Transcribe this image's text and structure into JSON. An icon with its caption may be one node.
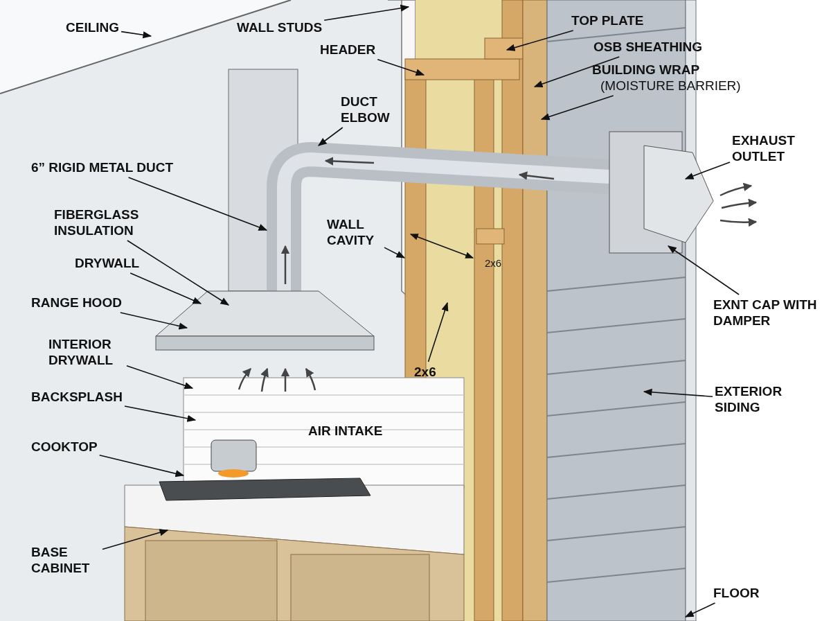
{
  "diagram": {
    "nodes": [
      {
        "text": [
          "CEILING"
        ]
      },
      {
        "text": [
          "WALL STUDS"
        ]
      },
      {
        "text": [
          "TOP PLATE"
        ]
      },
      {
        "text": [
          "HEADER"
        ]
      },
      {
        "text": [
          "OSB SHEATHING"
        ]
      },
      {
        "text": [
          "BUILDING WRAP",
          "(MOISTURE BARRIER)"
        ]
      },
      {
        "text": [
          "DUCT ELBOW"
        ]
      },
      {
        "text": [
          "EXHAUST OUTLET"
        ]
      },
      {
        "text": [
          "6” RIGID METAL DUCT"
        ]
      },
      {
        "text": [
          "FIBERGLASS INSULATION"
        ]
      },
      {
        "text": [
          "WALL CAVITY"
        ]
      },
      {
        "text": [
          "DRYWALL"
        ]
      },
      {
        "text": [
          "RANGE HOOD"
        ]
      },
      {
        "text": [
          "EXNT CAP WITH DAMPER"
        ]
      },
      {
        "text": [
          "INTERIOR DRYWALL"
        ]
      },
      {
        "text": [
          "2x6"
        ]
      },
      {
        "text": [
          "BACKSPLASH"
        ]
      },
      {
        "text": [
          "EXTERIOR SIDING"
        ]
      },
      {
        "text": [
          "COOKTOP"
        ]
      },
      {
        "text": [
          "BASE CABINET"
        ]
      },
      {
        "text": [
          "FLOOR"
        ]
      }
    ],
    "edges": [
      {
        "from": 0,
        "to": null,
        "arrow": "to"
      },
      {
        "from": 1,
        "to": null,
        "arrow": "to"
      },
      {
        "from": 2,
        "to": null,
        "arrow": "to"
      },
      {
        "from": 3,
        "to": null,
        "arrow": "to"
      },
      {
        "from": 4,
        "to": null,
        "arrow": "to"
      },
      {
        "from": 5,
        "to": null,
        "arrow": "to"
      },
      {
        "from": 6,
        "to": null,
        "arrow": "to"
      },
      {
        "from": 7,
        "to": null,
        "arrow": "to"
      },
      {
        "from": 8,
        "to": null,
        "arrow": "to"
      },
      {
        "from": 9,
        "to": null,
        "arrow": "to"
      },
      {
        "from": 10,
        "to": null,
        "arrow": "to"
      },
      {
        "from": 11,
        "to": null,
        "arrow": "to"
      },
      {
        "from": 12,
        "to": null,
        "arrow": "to"
      },
      {
        "from": 13,
        "to": null,
        "arrow": "to"
      },
      {
        "from": 14,
        "to": null,
        "arrow": "to"
      },
      {
        "from": 15,
        "to": null,
        "arrow": "to"
      },
      {
        "from": 16,
        "to": null,
        "arrow": "to"
      },
      {
        "from": 17,
        "to": null,
        "arrow": "to"
      },
      {
        "from": 18,
        "to": null,
        "arrow": "to"
      },
      {
        "from": 19,
        "to": null,
        "arrow": "to"
      },
      {
        "from": 20,
        "to": null,
        "arrow": "to"
      }
    ],
    "labels": [
      "2x6",
      "AIR INTAKE"
    ]
  }
}
